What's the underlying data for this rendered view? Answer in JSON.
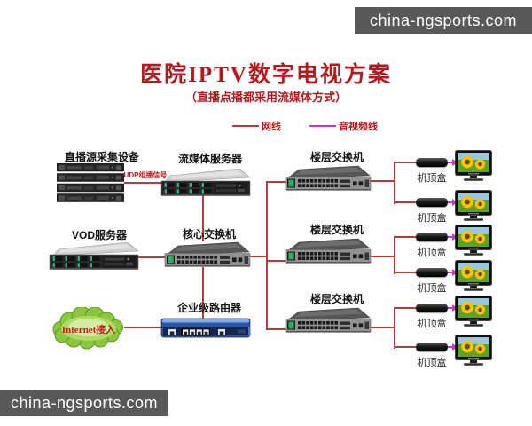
{
  "watermark": {
    "text": "china-ngsports.com"
  },
  "header": {
    "title": "医院IPTV数字电视方案",
    "subtitle": "（直播点播都采用流媒体方式）"
  },
  "legend": {
    "network_cable_label": "网线",
    "av_cable_label": "音视频线"
  },
  "colors": {
    "network_cable": "#b53d3d",
    "av_cable": "#c837c8",
    "title_red": "#b5191e",
    "watermark_bg": "#595959",
    "cloud_green": "#8cc63f"
  },
  "diagram": {
    "capture_device": {
      "label": "直播源采集设备"
    },
    "udp_link_label": "UDP组播信号",
    "streaming_server": {
      "label": "流媒体服务器"
    },
    "vod_server": {
      "label": "VOD服务器"
    },
    "core_switch": {
      "label": "核心交换机"
    },
    "router": {
      "label": "企业级路由器"
    },
    "internet_cloud": {
      "label": "Internet接入"
    },
    "floor_switches": [
      {
        "label": "楼层交换机"
      },
      {
        "label": "楼层交换机"
      },
      {
        "label": "楼层交换机"
      }
    ],
    "set_top_boxes": [
      {
        "label": "机顶盒"
      },
      {
        "label": "机顶盒"
      },
      {
        "label": "机顶盒"
      },
      {
        "label": "机顶盒"
      },
      {
        "label": "机顶盒"
      },
      {
        "label": "机顶盒"
      }
    ]
  }
}
